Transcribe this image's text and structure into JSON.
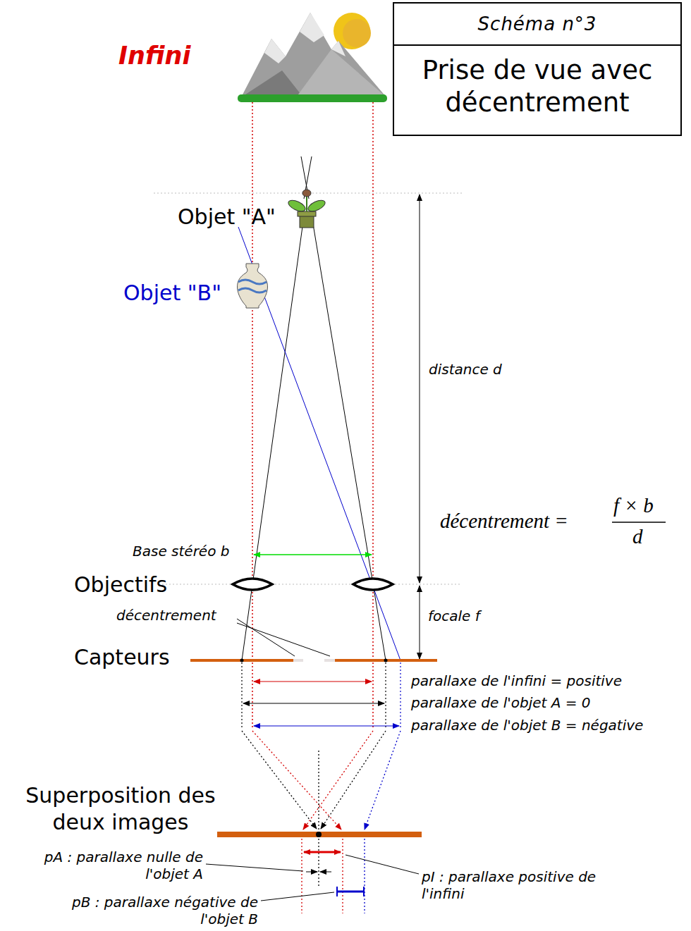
{
  "diagram": {
    "nodes": [
      {
        "text": [
          "Schéma n°3",
          "Prise de vue avec décentrement"
        ]
      }
    ],
    "labels": [
      "Infini",
      "Objet \"A\"",
      "Objet \"B\"",
      "distance d",
      "décentrement =",
      "f × b",
      "d",
      "Base stéréo b",
      "Objectifs",
      "focale f",
      "décentrement",
      "Capteurs",
      "parallaxe de l'infini = positive",
      "parallaxe de l'objet A = 0",
      "parallaxe de l'objet B = négative",
      "Superposition des deux images",
      "pA : parallaxe nulle de l'objet A",
      "pI : parallaxe positive de l'infini",
      "pB : parallaxe négative de l'objet B"
    ]
  }
}
